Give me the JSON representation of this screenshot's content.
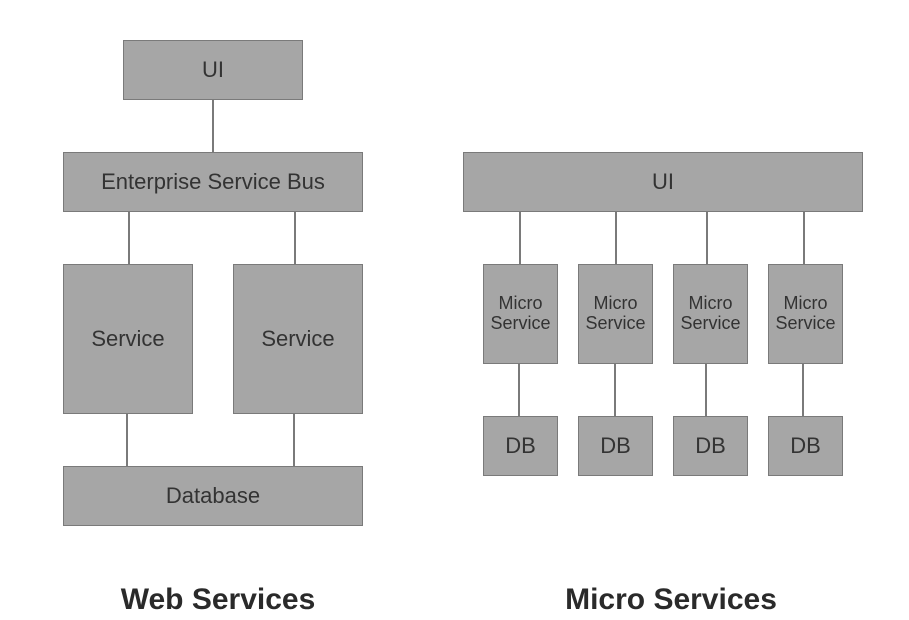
{
  "web_services": {
    "ui": "UI",
    "esb": "Enterprise Service Bus",
    "services": [
      "Service",
      "Service"
    ],
    "database": "Database",
    "caption": "Web Services"
  },
  "micro_services": {
    "ui": "UI",
    "services": [
      {
        "line1": "Micro",
        "line2": "Service",
        "db": "DB"
      },
      {
        "line1": "Micro",
        "line2": "Service",
        "db": "DB"
      },
      {
        "line1": "Micro",
        "line2": "Service",
        "db": "DB"
      },
      {
        "line1": "Micro",
        "line2": "Service",
        "db": "DB"
      }
    ],
    "caption": "Micro Services"
  },
  "colors": {
    "box_fill": "#a6a6a6",
    "box_border": "#7a7a7a",
    "connector": "#7a7a7a",
    "text": "#333333"
  }
}
